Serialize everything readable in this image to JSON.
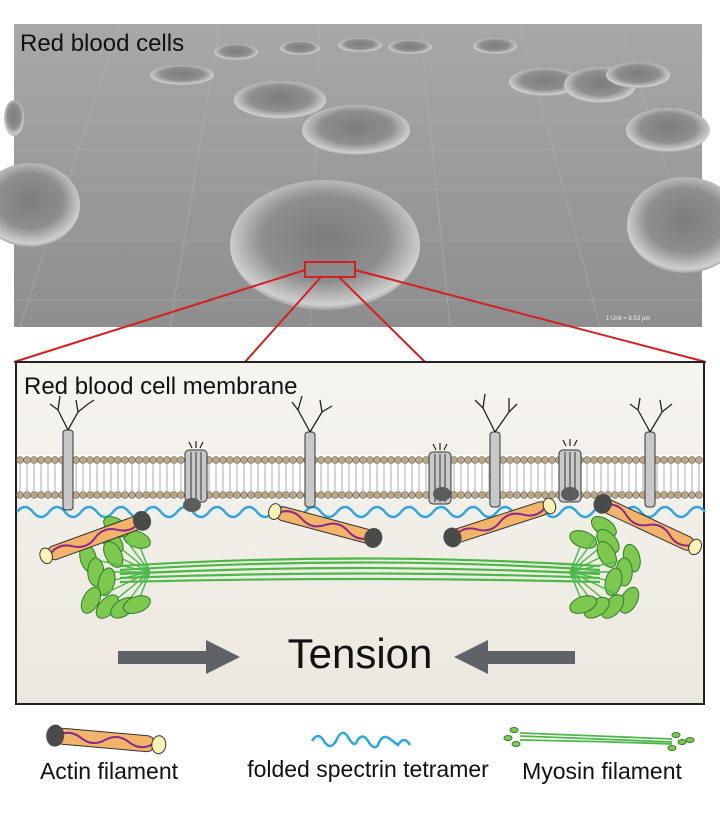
{
  "figure": {
    "micrograph_title": "Red blood cells",
    "membrane_title": "Red blood cell membrane",
    "tension_label": "Tension",
    "scale_bar_text": "1 Unit = 8.53 µm"
  },
  "legend": {
    "actin_label": "Actin filament",
    "spectrin_label": "folded spectrin tetramer",
    "myosin_label": "Myosin filament"
  },
  "colors": {
    "micrograph_bg": "#9a9a9a",
    "zoom_lines": "#d42020",
    "spectrin": "#29a8e0",
    "myosin": "#4cb848",
    "myosin_head": "#7ec850",
    "actin_body": "#f2b36a",
    "actin_strand": "#8a2a8a",
    "lipid_head": "#b9a98a",
    "membrane_panel_bg": "#f1eee7",
    "tension_arrow": "#5f6266"
  },
  "icons": [
    "glycoprotein-icon",
    "channel-protein-icon",
    "arrow-right-icon",
    "arrow-left-icon"
  ]
}
